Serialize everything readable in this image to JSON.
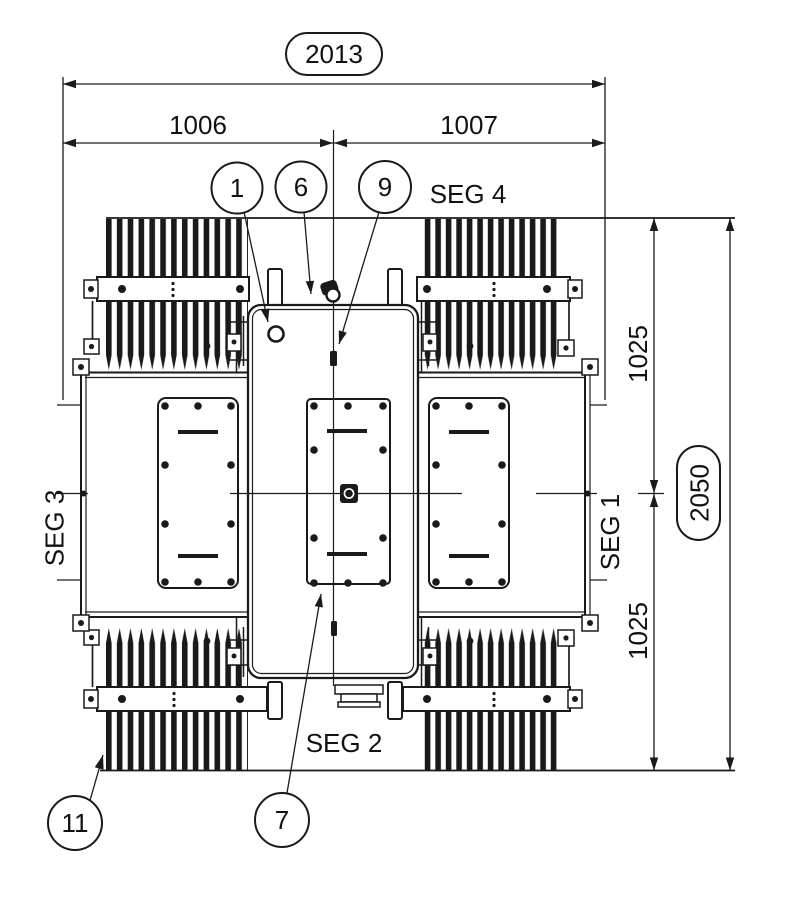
{
  "drawing": {
    "colors": {
      "line": "#1a1a1a",
      "background": "#ffffff"
    },
    "dims": {
      "overall_width": "2013",
      "left_width": "1006",
      "right_width": "1007",
      "upper_height": "1025",
      "lower_height": "1025",
      "overall_height": "2050"
    },
    "segs": {
      "seg1": "SEG 1",
      "seg2": "SEG 2",
      "seg3": "SEG 3",
      "seg4": "SEG 4"
    },
    "callouts": {
      "c1": "1",
      "c6": "6",
      "c7": "7",
      "c9": "9",
      "c11": "11"
    }
  }
}
